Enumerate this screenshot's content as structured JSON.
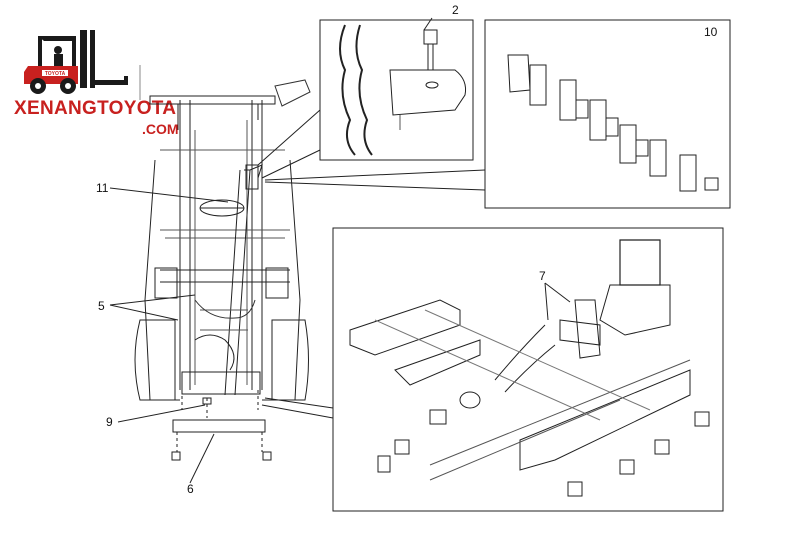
{
  "brand": {
    "name": "XENANGTOYOTA",
    "domain": ".COM",
    "badge": "TOYOTA",
    "colors": {
      "red": "#c8211f",
      "dark": "#1a1a1a"
    }
  },
  "callouts": {
    "c2": "2",
    "c5": "5",
    "c6": "6",
    "c7": "7",
    "c9": "9",
    "c10": "10",
    "c11": "11"
  }
}
